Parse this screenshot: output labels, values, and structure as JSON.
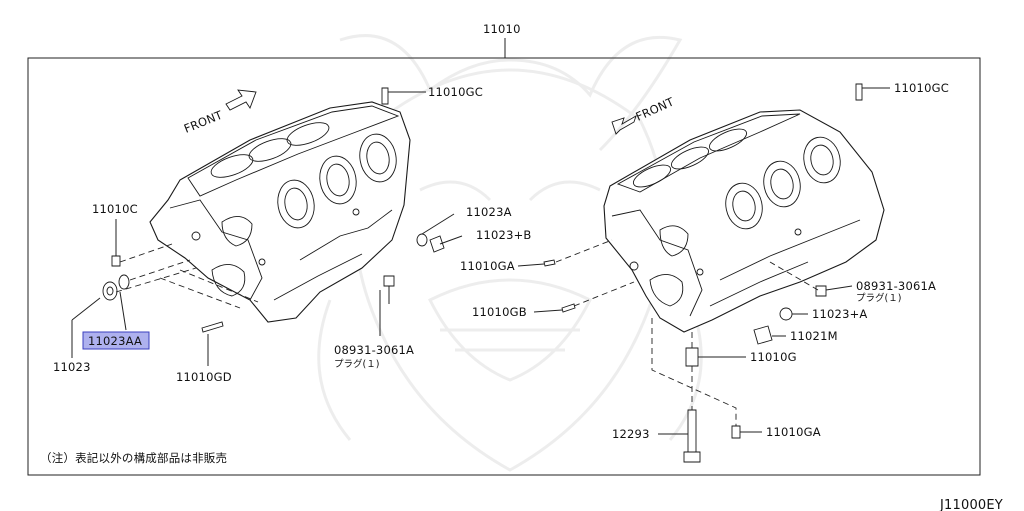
{
  "diagram": {
    "top_part_number": "11010",
    "figure_code": "J11000EY",
    "note": "（注）表記以外の構成部品は非販売",
    "front_label": "FRONT",
    "left_block": {
      "labels": {
        "gc": "11010GC",
        "c": "11010C",
        "p11023a": "11023A",
        "p11023b": "11023+B",
        "p11023aa": "11023AA",
        "p11023": "11023",
        "gd": "11010GD",
        "plug_part": "08931-3061A",
        "plug_sub": "プラグ(１)"
      }
    },
    "right_block": {
      "labels": {
        "gc": "11010GC",
        "ga": "11010GA",
        "gb": "11010GB",
        "plug_part": "08931-3061A",
        "plug_sub": "プラグ(１)",
        "p11023a": "11023+A",
        "m": "11021M",
        "g": "11010G",
        "bolt": "12293",
        "ga2": "11010GA"
      }
    },
    "highlighted_part": "11023AA"
  }
}
